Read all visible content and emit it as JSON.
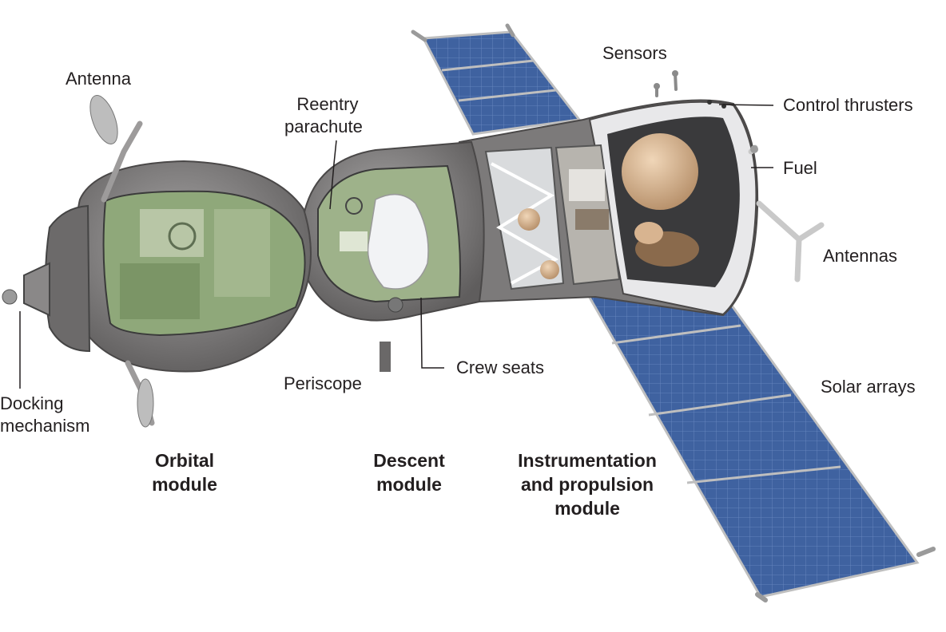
{
  "labels": {
    "antenna": "Antenna",
    "reentry_parachute": [
      "Reentry",
      "parachute"
    ],
    "sensors": "Sensors",
    "control_thrusters": "Control thrusters",
    "fuel": "Fuel",
    "antennas": "Antennas",
    "crew_seats": "Crew seats",
    "periscope": "Periscope",
    "solar_arrays": "Solar arrays",
    "docking_mechanism": [
      "Docking",
      "mechanism"
    ]
  },
  "modules": {
    "orbital": [
      "Orbital",
      "module"
    ],
    "descent": [
      "Descent",
      "module"
    ],
    "instrumentation": [
      "Instrumentation",
      "and propulsion",
      "module"
    ]
  },
  "colors": {
    "hull": "#7a7878",
    "hull_dark": "#4f4d4d",
    "interior_green": "#8fa87a",
    "solar_panel": "#3f62a0",
    "fuel_tank": "#d9b895",
    "leader_line": "#231f20"
  }
}
